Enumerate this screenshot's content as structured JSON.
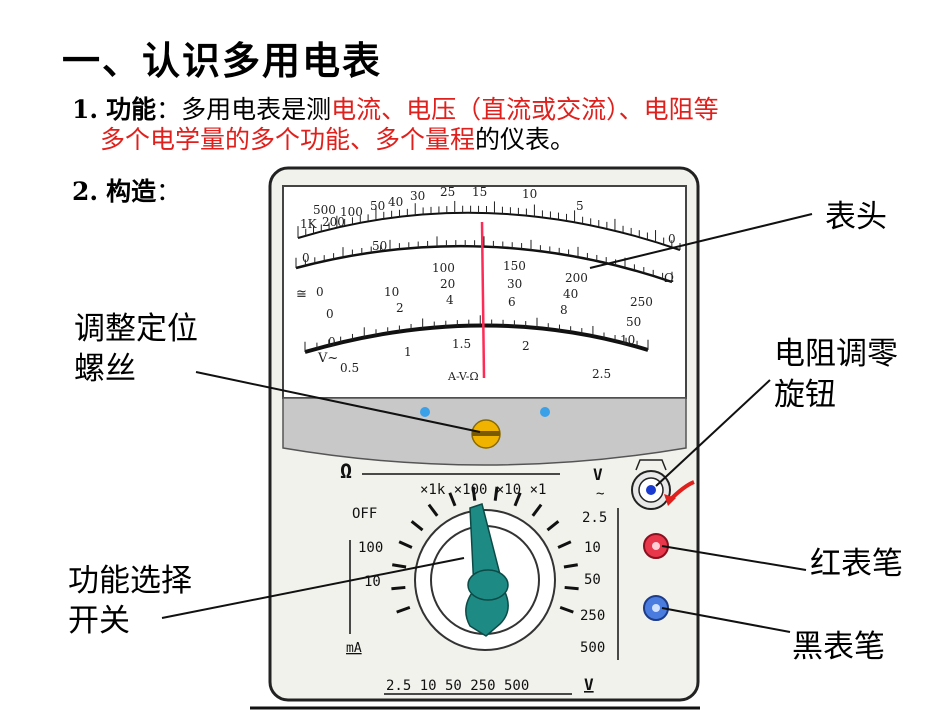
{
  "title": "一、认识多用电表",
  "section1": {
    "number": "1.",
    "heading": "功能",
    "colon": "：",
    "text_a": "多用电表是测",
    "text_red_a": "电流、电压（直流或交流）、电阻等",
    "text_red_b": "多个电学量的多个功能、多个量程",
    "text_b": "的仪表。"
  },
  "section2": {
    "number": "2.",
    "heading": "构造",
    "colon": "："
  },
  "labels": {
    "meter_head": "表头",
    "zero_screw_1": "调整定位",
    "zero_screw_2": "螺丝",
    "ohm_knob_1": "电阻调零",
    "ohm_knob_2": "旋钮",
    "selector_1": "功能选择",
    "selector_2": "开关",
    "red_probe": "红表笔",
    "black_probe": "黑表笔"
  },
  "dial": {
    "scale_top_ticks": [
      "1K",
      "500",
      "200",
      "100",
      "50",
      "40",
      "30",
      "25",
      "15",
      "10",
      "5",
      "0"
    ],
    "scale_mid_ticks": [
      "0",
      "50",
      "100",
      "150",
      "200",
      "250"
    ],
    "scale_mid2_ticks": [
      "0",
      "10",
      "20",
      "30",
      "40",
      "50"
    ],
    "scale_mid3_ticks": [
      "0",
      "2",
      "4",
      "6",
      "8",
      "10"
    ],
    "scale_ac_ticks": [
      "0",
      "0.5",
      "1",
      "1.5",
      "2",
      "2.5"
    ],
    "center_mark": "A-V-Ω",
    "omega_symbol": "Ω",
    "ac_symbol": "V~",
    "dc_symbol": "≅"
  },
  "panel": {
    "ohm_symbol": "Ω",
    "ohm_ranges": "×1k ×100 ×10 ×1",
    "volt_symbol": "V",
    "off_label": "OFF",
    "ma_left": [
      "100",
      "10"
    ],
    "ma_unit": "mA",
    "volt_right": [
      "2.5",
      "10",
      "50",
      "250",
      "500"
    ],
    "bottom_ranges": "2.5  10  50  250  500",
    "bottom_unit": "V"
  },
  "colors": {
    "red_text": "#e0201c",
    "needle": "#ff2a55",
    "knob": "#1e8a84",
    "body": "#f2f2ec",
    "dial_face": "#ffffff",
    "screw": "#f0b400",
    "red_jack": "#e8364a",
    "black_jack": "#4a7ce0"
  }
}
